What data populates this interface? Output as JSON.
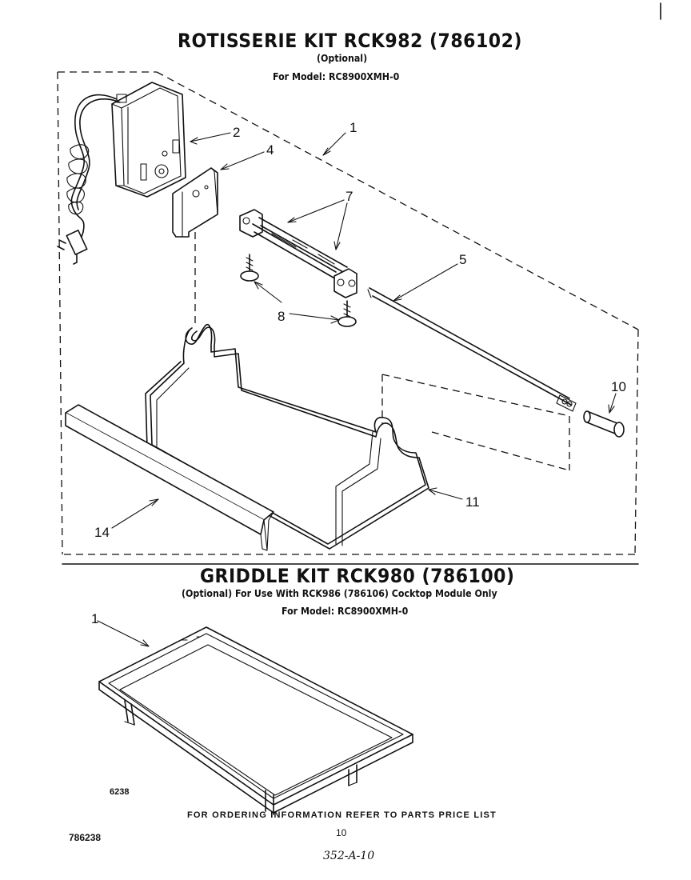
{
  "rotisserie": {
    "title": "ROTISSERIE KIT  RCK982  (786102)",
    "optional": "(Optional)",
    "model": "For Model: RC8900XMH-0",
    "callouts": [
      "1",
      "2",
      "4",
      "7",
      "5",
      "8",
      "10",
      "11",
      "14"
    ]
  },
  "griddle": {
    "title": "GRIDDLE KIT RCK980  (786100)",
    "note": "(Optional) For Use With RCK986 (786106) Cocktop Module Only",
    "model": "For Model: RC8900XMH-0",
    "callouts": [
      "1"
    ]
  },
  "footer": {
    "figure_number": "6238",
    "ordering_info": "FOR ORDERING INFORMATION REFER TO PARTS PRICE LIST",
    "doc_number": "786238",
    "page_number": "10",
    "handwritten_ref": "352-A-10"
  }
}
